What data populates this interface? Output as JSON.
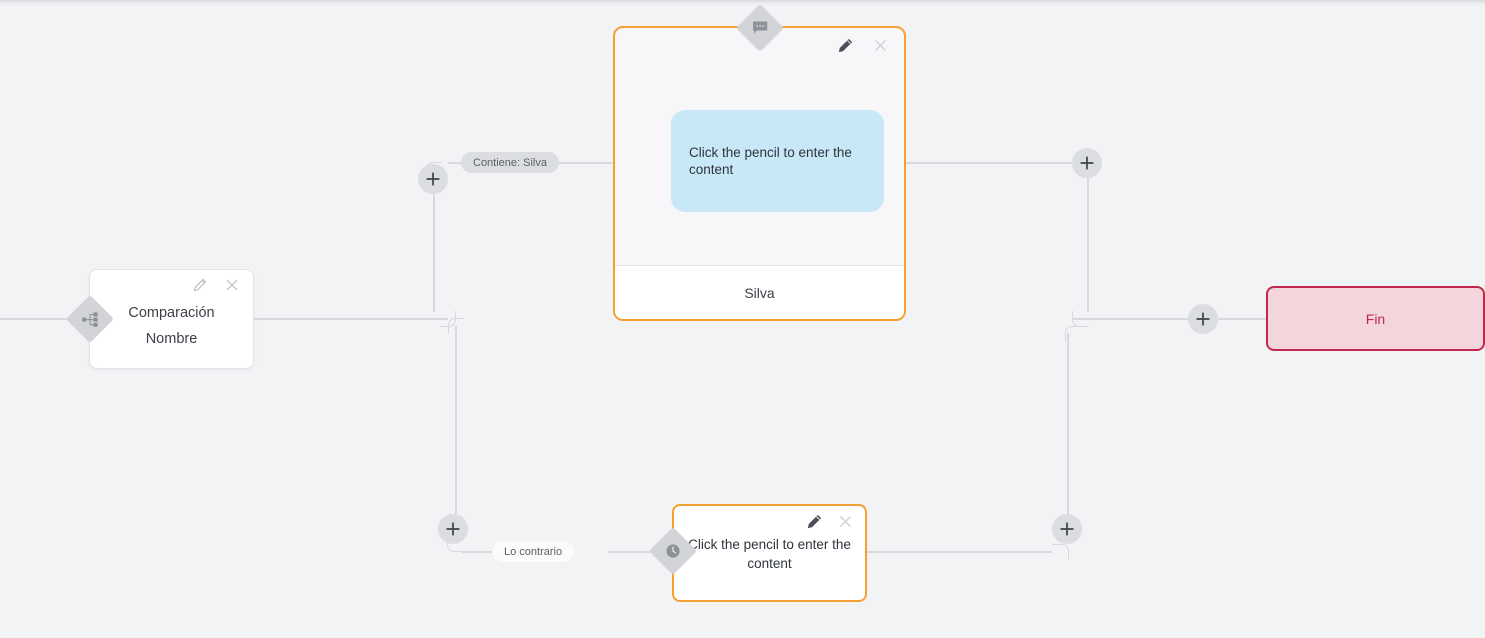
{
  "app": {
    "canvas_background": "#f2f3f5",
    "accent_orange": "#f5a033",
    "accent_red": "#c2284d",
    "bubble_blue": "#c9e8f7",
    "line_gray": "#d7d9dd"
  },
  "nodes": {
    "comparison": {
      "name": "comparison-node",
      "title": "Comparación",
      "subtitle": "Nombre",
      "handle_icon": "sitemap-icon",
      "edit_icon": "pencil-icon",
      "close_icon": "close-icon"
    },
    "message_card": {
      "name": "message-card-node",
      "handle_icon": "chat-bubble-icon",
      "edit_icon": "pencil-icon",
      "close_icon": "close-icon",
      "bubble_text": "Click the pencil to enter the content",
      "footer_label": "Silva"
    },
    "small_card": {
      "name": "delay-card-node",
      "handle_icon": "clock-icon",
      "edit_icon": "pencil-icon",
      "close_icon": "close-icon",
      "text": "Click the pencil to enter the content"
    },
    "end": {
      "name": "end-node",
      "label": "Fin"
    }
  },
  "edge_labels": {
    "contains": "Contiene: Silva",
    "otherwise": "Lo contrario"
  },
  "add_buttons": {
    "icon": "plus-icon",
    "items": [
      {
        "id": "add-branch-true",
        "label": "+"
      },
      {
        "id": "add-branch-false",
        "label": "+"
      },
      {
        "id": "add-after-message",
        "label": "+"
      },
      {
        "id": "add-after-delay",
        "label": "+"
      },
      {
        "id": "add-before-end",
        "label": "+"
      }
    ]
  }
}
